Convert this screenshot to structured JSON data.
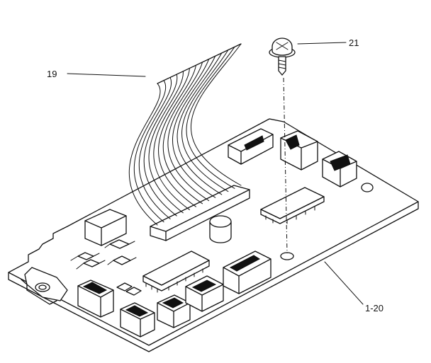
{
  "diagram": {
    "callouts": [
      {
        "id": "ribbon-cable",
        "label": "19"
      },
      {
        "id": "screw",
        "label": "21"
      },
      {
        "id": "circuit-board",
        "label": "1-20"
      }
    ]
  }
}
